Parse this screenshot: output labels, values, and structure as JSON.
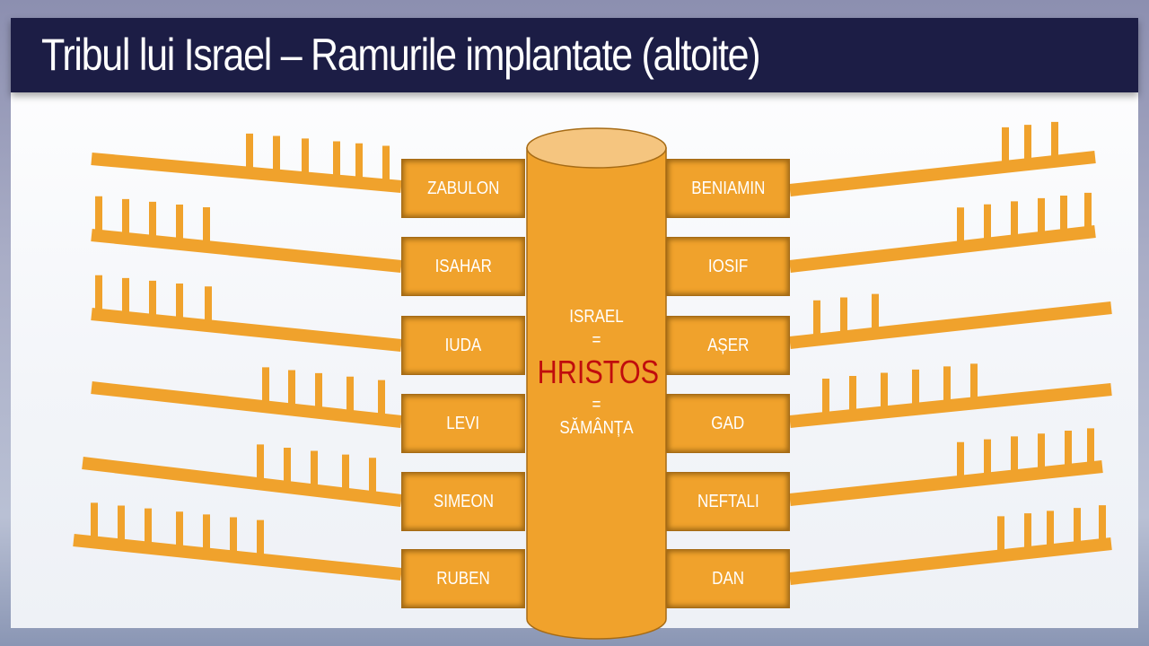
{
  "title": "Tribul lui Israel – Ramurile implantate (altoite)",
  "left_tribes": [
    "ZABULON",
    "ISAHAR",
    "IUDA",
    "LEVI",
    "SIMEON",
    "RUBEN"
  ],
  "right_tribes": [
    "BENIAMIN",
    "IOSIF",
    "AȘER",
    "GAD",
    "NEFTALI",
    "DAN"
  ],
  "center": {
    "line1": "ISRAEL",
    "eq1": "=",
    "main": "HRISTOS",
    "eq2": "=",
    "line3": "SĂMÂNȚA"
  },
  "colors": {
    "orange": "#f0a22c",
    "cylinder_top": "#f5c57f",
    "title_bg": "#1c1d45",
    "accent_red": "#c00d0d"
  }
}
